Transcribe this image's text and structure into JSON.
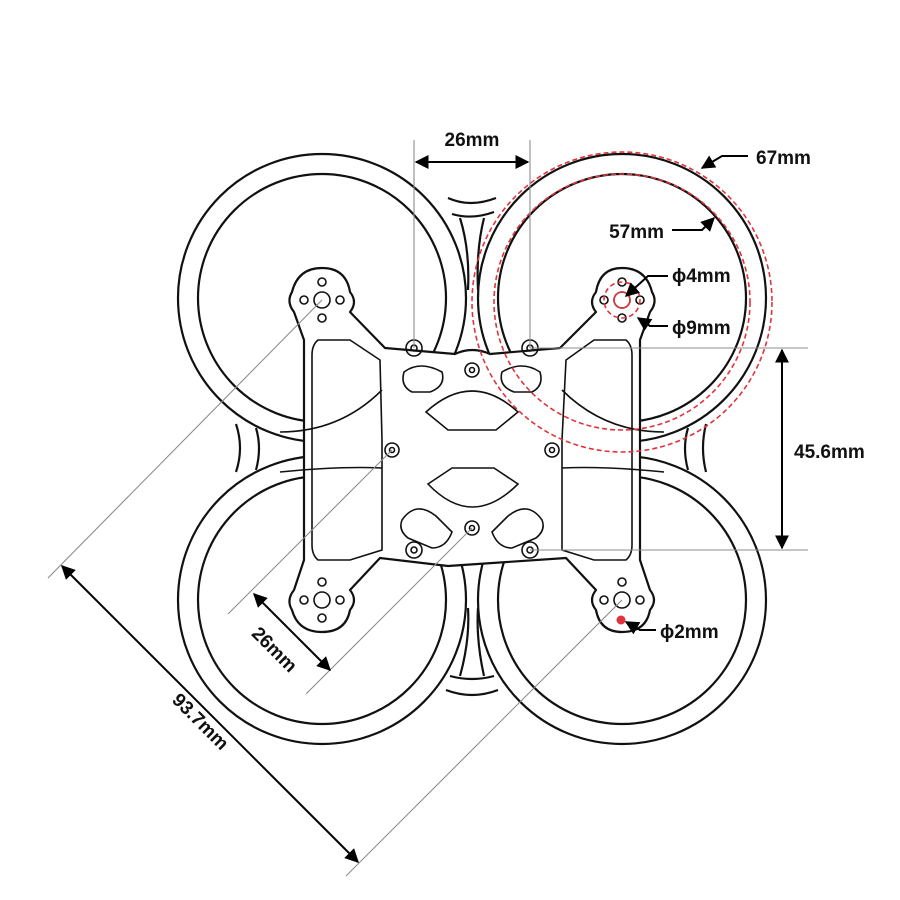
{
  "colors": {
    "line": "#111111",
    "guide": "#8c8c8c",
    "highlight": "#e0343c"
  },
  "dimensions": {
    "motor_spacing_top": "26mm",
    "duct_outer": "67mm",
    "duct_inner": "57mm",
    "hole_large": "ϕ4mm",
    "hole_ring": "ϕ9mm",
    "vertical_span": "45.6mm",
    "motor_spacing_diag": "26mm",
    "diagonal_wheelbase": "93.7mm",
    "hole_small": "ϕ2mm"
  }
}
